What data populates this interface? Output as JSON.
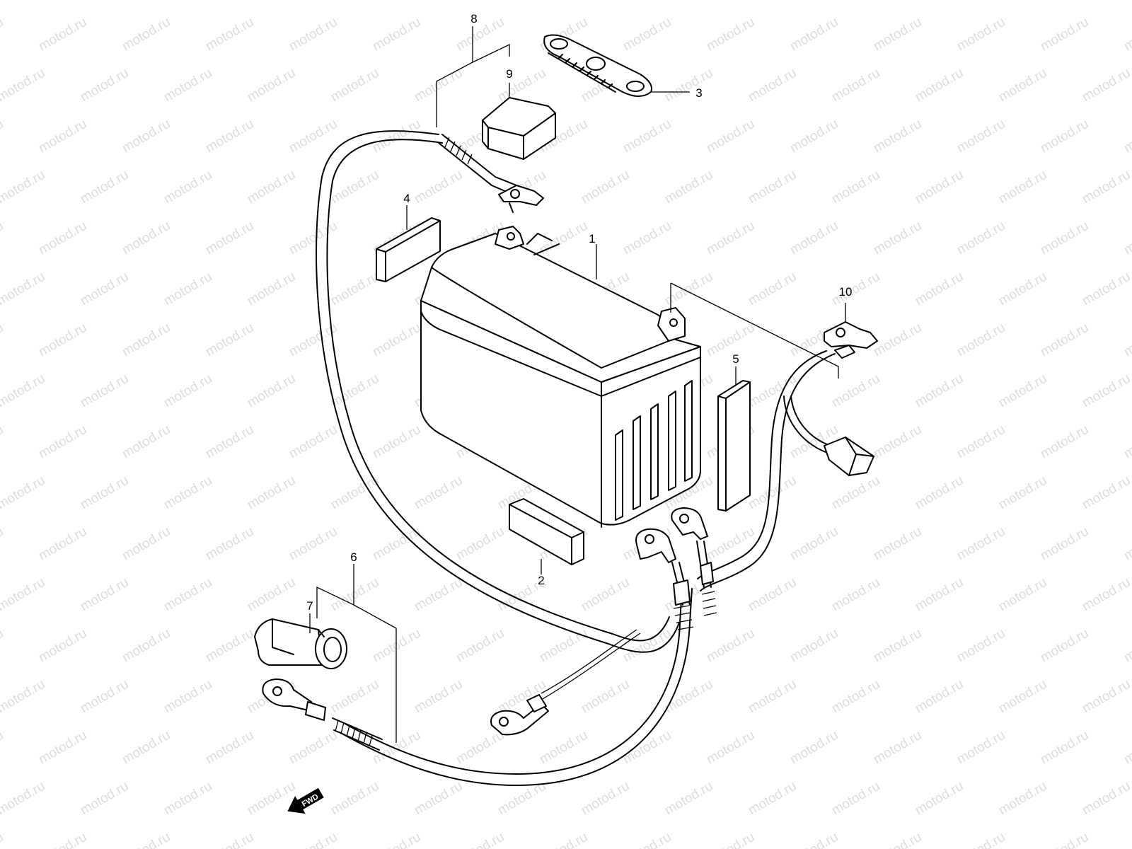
{
  "watermark": "motod.ru",
  "fwd_label": "FWD",
  "callouts": [
    {
      "id": "1",
      "label": "1"
    },
    {
      "id": "2",
      "label": "2"
    },
    {
      "id": "3",
      "label": "3"
    },
    {
      "id": "4",
      "label": "4"
    },
    {
      "id": "5",
      "label": "5"
    },
    {
      "id": "6",
      "label": "6"
    },
    {
      "id": "7",
      "label": "7"
    },
    {
      "id": "8",
      "label": "8"
    },
    {
      "id": "9",
      "label": "9"
    },
    {
      "id": "10",
      "label": "10"
    }
  ]
}
